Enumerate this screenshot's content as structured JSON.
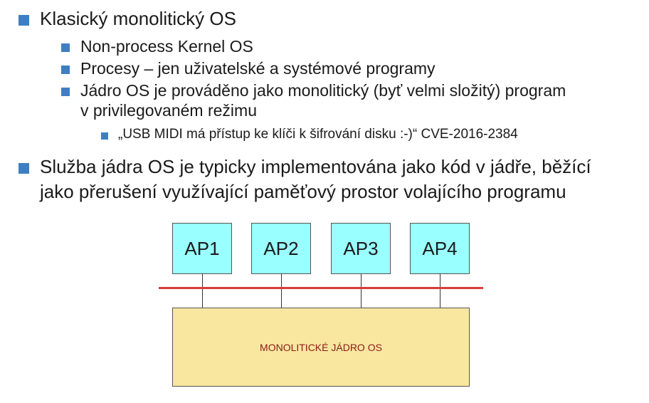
{
  "bullets": {
    "b1": "Klasický monolitický OS",
    "b1_1": "Non-process Kernel OS",
    "b1_2": "Procesy – jen uživatelské a systémové programy",
    "b1_3_line1": "Jádro OS je prováděno jako monolitický (byť velmi složitý) program",
    "b1_3_line2": "v privilegovaném režimu",
    "b1_3_1": "„USB MIDI má přístup ke klíči k šifrování disku :-)“ CVE-2016-2384",
    "b2_line1": "Služba jádra OS je typicky implementována jako kód v jádře, běžící",
    "b2_line2": "jako přerušení využívající paměťový prostor volajícího programu"
  },
  "diagram": {
    "apps": [
      "AP1",
      "AP2",
      "AP3",
      "AP4"
    ],
    "kernel_label": "MONOLITICKÉ JÁDRO OS",
    "colors": {
      "app_fill": "#99ffff",
      "kernel_fill": "#f9e79f",
      "boundary_line": "#d93a3a",
      "kernel_text": "#8b1a1a",
      "bullet": "#3f7fc1"
    }
  }
}
